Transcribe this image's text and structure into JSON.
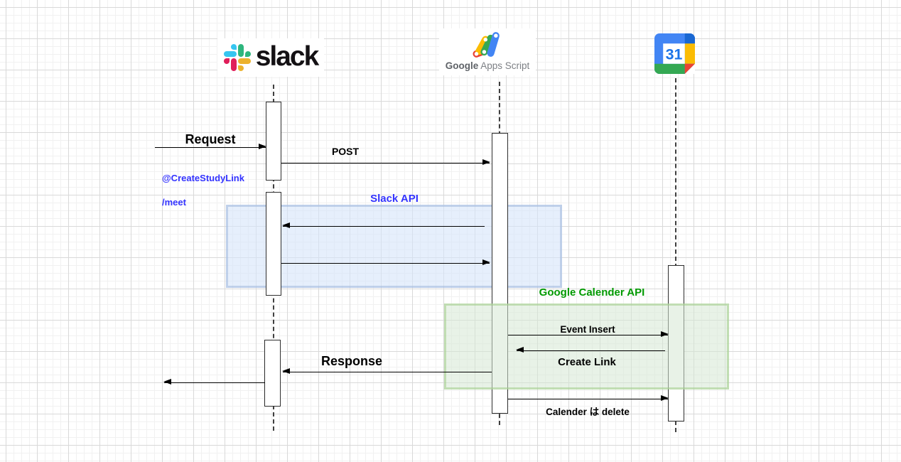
{
  "actors": {
    "slack": {
      "wordmark": "slack"
    },
    "apps_script": {
      "brand": "Google",
      "product": "Apps Script"
    },
    "calendar": {
      "day": "31"
    }
  },
  "messages": {
    "request": {
      "label": "Request",
      "annotation_line1": "@CreateStudyLink",
      "annotation_line2": "/meet"
    },
    "post": {
      "label": "POST"
    },
    "event_insert": {
      "label": "Event Insert"
    },
    "create_link": {
      "label": "Create Link"
    },
    "response": {
      "label": "Response"
    },
    "calendar_delete": {
      "label": "Calender は delete"
    }
  },
  "regions": {
    "slack_api": {
      "label": "Slack API",
      "label_color": "#3333ff",
      "fill": "#dae8fc"
    },
    "google_calendar_api": {
      "label": "Google Calender API",
      "label_color": "#009900",
      "fill": "#d5e8d4"
    }
  },
  "colors": {
    "slack_blue": "#36C5F0",
    "slack_green": "#2EB67D",
    "slack_red": "#E01E5A",
    "slack_yellow": "#ECB22E",
    "google_blue": "#4285F4",
    "google_red": "#EA4335",
    "google_yellow": "#FBBC04",
    "google_green": "#34A853",
    "calendar_dark_blue": "#1967D2",
    "annotation_blue": "#3333ff",
    "api_green": "#009900"
  }
}
